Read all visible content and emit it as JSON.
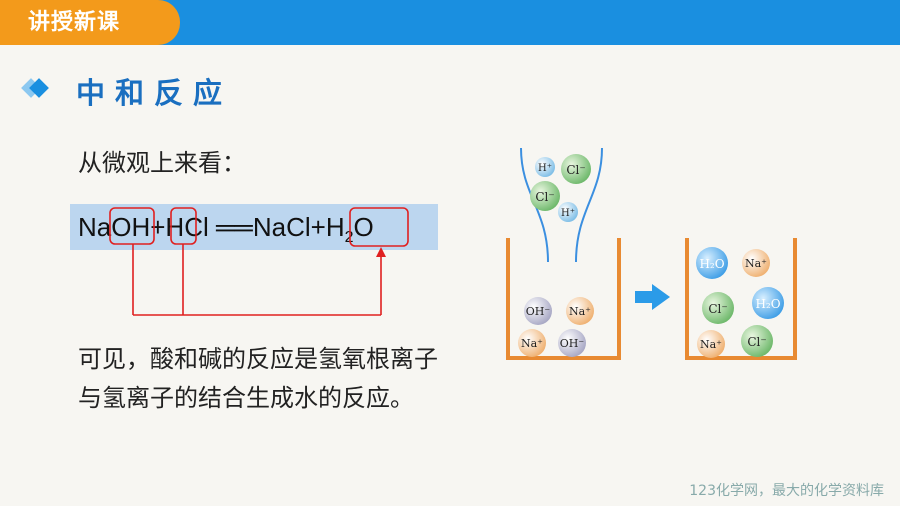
{
  "header": {
    "tab_label": "讲授新课"
  },
  "section": {
    "title": "中和反应"
  },
  "intro_text": "从微观上来看：",
  "equation": {
    "p1": "NaOH",
    "p2": "+HCl",
    "arrow": " ══",
    "p3": "NaCl+H",
    "sub": "2",
    "p4": "O"
  },
  "conclusion_text": "可见，酸和碱的反应是氢氧根离子与氢离子的结合生成水的反应。",
  "diagram": {
    "funnel_ions": [
      "H⁺",
      "Cl⁻",
      "Cl⁻",
      "H⁺"
    ],
    "left_beaker_ions": [
      "OH⁻",
      "Na⁺",
      "Na⁺",
      "OH⁻"
    ],
    "right_beaker_ions": [
      "H₂O",
      "Na⁺",
      "Cl⁻",
      "H₂O",
      "Na⁺",
      "Cl⁻"
    ]
  },
  "colors": {
    "header_blue": "#1a8fe0",
    "tab_orange": "#f39a1b",
    "beaker_orange": "#e88a32",
    "annotation_red": "#e02020"
  },
  "footer": {
    "watermark": "123化学网，最大的化学资料库"
  }
}
